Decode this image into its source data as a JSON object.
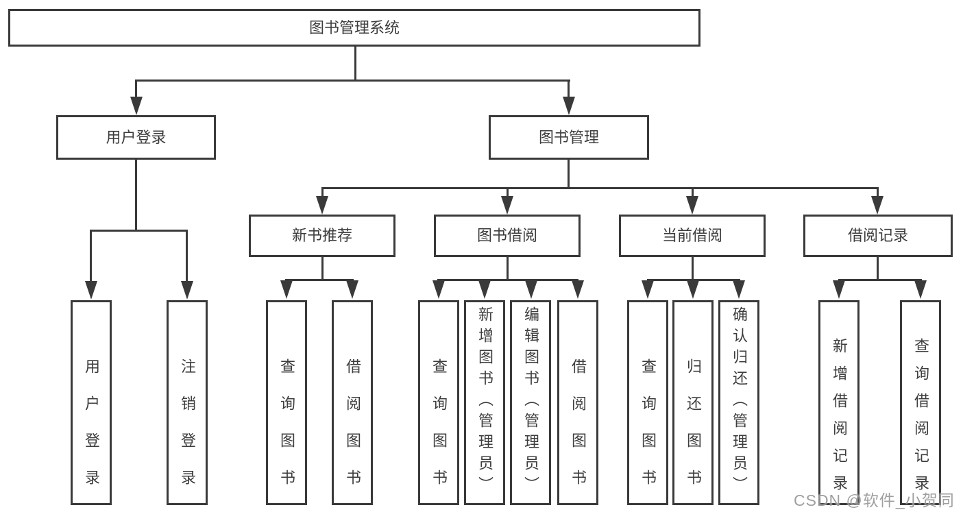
{
  "tree": {
    "root": {
      "label": "图书管理系统"
    },
    "children": [
      {
        "label": "用户登录",
        "children": [
          {
            "label": "用户登录"
          },
          {
            "label": "注销登录"
          }
        ]
      },
      {
        "label": "图书管理",
        "children": [
          {
            "label": "新书推荐",
            "children": [
              {
                "label": "查询图书"
              },
              {
                "label": "借阅图书"
              }
            ]
          },
          {
            "label": "图书借阅",
            "children": [
              {
                "label": "查询图书"
              },
              {
                "label": "新增图书（管理员）"
              },
              {
                "label": "编辑图书（管理员）"
              },
              {
                "label": "借阅图书"
              }
            ]
          },
          {
            "label": "当前借阅",
            "children": [
              {
                "label": "查询图书"
              },
              {
                "label": "归还图书"
              },
              {
                "label": "确认归还（管理员）"
              }
            ]
          },
          {
            "label": "借阅记录",
            "children": [
              {
                "label": "新增借阅记录"
              },
              {
                "label": "查询借阅记录"
              }
            ]
          }
        ]
      }
    ]
  },
  "watermark": {
    "text": "CSDN @软件_小贺同学"
  },
  "colors": {
    "line": "#3a3a3a",
    "text": "#3d3d3d",
    "box_background": "#ffffff",
    "page_background": "#ffffff",
    "watermark": "#8e8e8e"
  }
}
